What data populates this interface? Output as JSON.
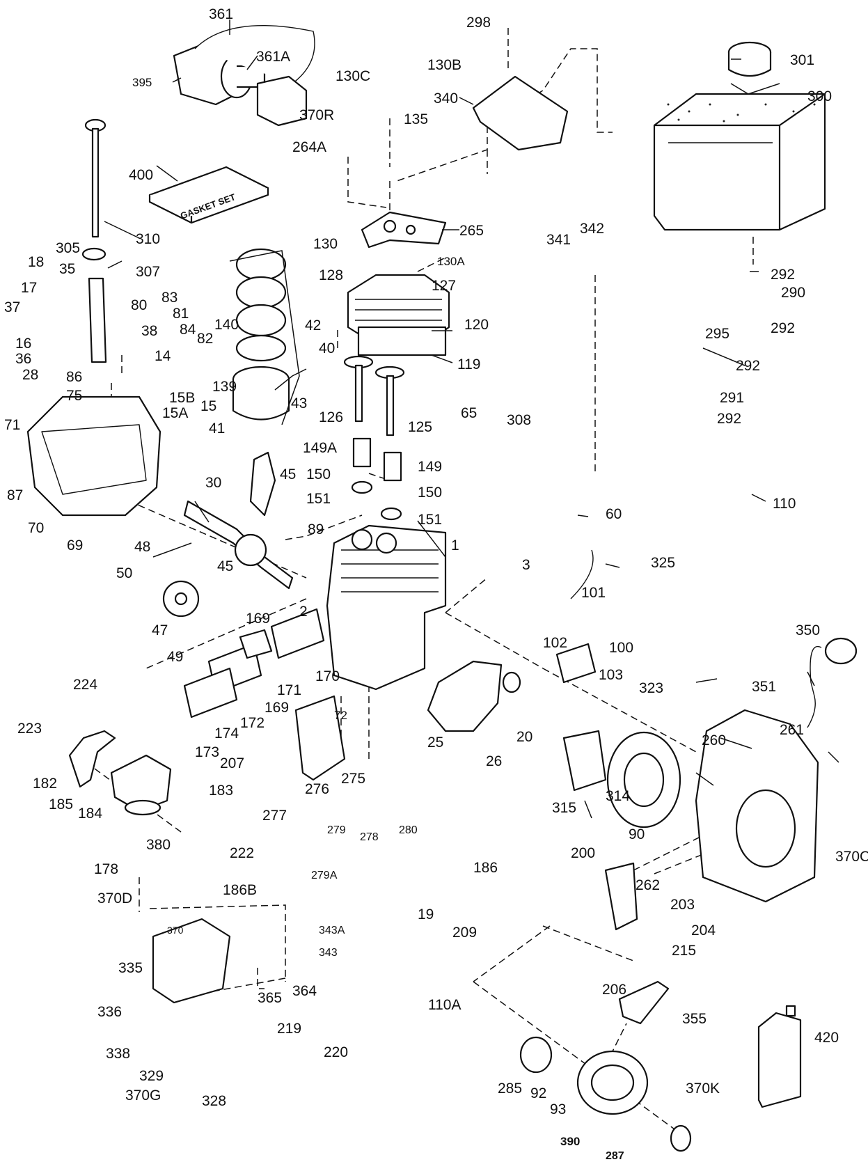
{
  "diagram": {
    "callouts": [
      {
        "id": "c361",
        "text": "361"
      },
      {
        "id": "c361A",
        "text": "361A"
      },
      {
        "id": "c395",
        "text": "395"
      },
      {
        "id": "c130C",
        "text": "130C"
      },
      {
        "id": "c298",
        "text": "298"
      },
      {
        "id": "c130B",
        "text": "130B"
      },
      {
        "id": "c301",
        "text": "301"
      },
      {
        "id": "c300",
        "text": "300"
      },
      {
        "id": "c340",
        "text": "340"
      },
      {
        "id": "c370R",
        "text": "370R"
      },
      {
        "id": "c135",
        "text": "135"
      },
      {
        "id": "c264A",
        "text": "264A"
      },
      {
        "id": "c400",
        "text": "400"
      },
      {
        "id": "c265",
        "text": "265"
      },
      {
        "id": "c310",
        "text": "310"
      },
      {
        "id": "c305",
        "text": "305"
      },
      {
        "id": "c307",
        "text": "307"
      },
      {
        "id": "c130",
        "text": "130"
      },
      {
        "id": "c130A",
        "text": "130A"
      },
      {
        "id": "c341",
        "text": "341"
      },
      {
        "id": "c342",
        "text": "342"
      },
      {
        "id": "c292a",
        "text": "292"
      },
      {
        "id": "c290",
        "text": "290"
      },
      {
        "id": "c292b",
        "text": "292"
      },
      {
        "id": "c295",
        "text": "295"
      },
      {
        "id": "c292c",
        "text": "292"
      },
      {
        "id": "c291",
        "text": "291"
      },
      {
        "id": "c292d",
        "text": "292"
      },
      {
        "id": "c18",
        "text": "18"
      },
      {
        "id": "c35",
        "text": "35"
      },
      {
        "id": "c17",
        "text": "17"
      },
      {
        "id": "c37",
        "text": "37"
      },
      {
        "id": "c16",
        "text": "16"
      },
      {
        "id": "c36",
        "text": "36"
      },
      {
        "id": "c28",
        "text": "28"
      },
      {
        "id": "c86",
        "text": "86"
      },
      {
        "id": "c75",
        "text": "75"
      },
      {
        "id": "c71",
        "text": "71"
      },
      {
        "id": "c80",
        "text": "80"
      },
      {
        "id": "c83",
        "text": "83"
      },
      {
        "id": "c81",
        "text": "81"
      },
      {
        "id": "c84",
        "text": "84"
      },
      {
        "id": "c38",
        "text": "38"
      },
      {
        "id": "c82",
        "text": "82"
      },
      {
        "id": "c140",
        "text": "140"
      },
      {
        "id": "c139",
        "text": "139"
      },
      {
        "id": "c14",
        "text": "14"
      },
      {
        "id": "c15B",
        "text": "15B"
      },
      {
        "id": "c15",
        "text": "15"
      },
      {
        "id": "c15A",
        "text": "15A"
      },
      {
        "id": "c42",
        "text": "42"
      },
      {
        "id": "c40",
        "text": "40"
      },
      {
        "id": "c128",
        "text": "128"
      },
      {
        "id": "c127",
        "text": "127"
      },
      {
        "id": "c120",
        "text": "120"
      },
      {
        "id": "c119",
        "text": "119"
      },
      {
        "id": "c43",
        "text": "43"
      },
      {
        "id": "c41",
        "text": "41"
      },
      {
        "id": "c126",
        "text": "126"
      },
      {
        "id": "c125",
        "text": "125"
      },
      {
        "id": "c65",
        "text": "65"
      },
      {
        "id": "c308",
        "text": "308"
      },
      {
        "id": "c149A",
        "text": "149A"
      },
      {
        "id": "c149",
        "text": "149"
      },
      {
        "id": "c150a",
        "text": "150"
      },
      {
        "id": "c150b",
        "text": "150"
      },
      {
        "id": "c151a",
        "text": "151"
      },
      {
        "id": "c151b",
        "text": "151"
      },
      {
        "id": "c60",
        "text": "60"
      },
      {
        "id": "c110",
        "text": "110"
      },
      {
        "id": "c87",
        "text": "87"
      },
      {
        "id": "c70",
        "text": "70"
      },
      {
        "id": "c69",
        "text": "69"
      },
      {
        "id": "c30",
        "text": "30"
      },
      {
        "id": "c45a",
        "text": "45"
      },
      {
        "id": "c48",
        "text": "48"
      },
      {
        "id": "c89",
        "text": "89"
      },
      {
        "id": "c1",
        "text": "1"
      },
      {
        "id": "c3",
        "text": "3"
      },
      {
        "id": "c325",
        "text": "325"
      },
      {
        "id": "c50",
        "text": "50"
      },
      {
        "id": "c45b",
        "text": "45"
      },
      {
        "id": "c101",
        "text": "101"
      },
      {
        "id": "c169a",
        "text": "169"
      },
      {
        "id": "c2",
        "text": "2"
      },
      {
        "id": "c47",
        "text": "47"
      },
      {
        "id": "c49",
        "text": "49"
      },
      {
        "id": "c102",
        "text": "102"
      },
      {
        "id": "c100",
        "text": "100"
      },
      {
        "id": "c103",
        "text": "103"
      },
      {
        "id": "c350",
        "text": "350"
      },
      {
        "id": "c351",
        "text": "351"
      },
      {
        "id": "c170",
        "text": "170"
      },
      {
        "id": "c171",
        "text": "171"
      },
      {
        "id": "c224",
        "text": "224"
      },
      {
        "id": "c169b",
        "text": "169"
      },
      {
        "id": "c172",
        "text": "172"
      },
      {
        "id": "c72",
        "text": "72"
      },
      {
        "id": "c323",
        "text": "323"
      },
      {
        "id": "c261",
        "text": "261"
      },
      {
        "id": "c223",
        "text": "223"
      },
      {
        "id": "c174",
        "text": "174"
      },
      {
        "id": "c25",
        "text": "25"
      },
      {
        "id": "c20",
        "text": "20"
      },
      {
        "id": "c26",
        "text": "26"
      },
      {
        "id": "c260",
        "text": "260"
      },
      {
        "id": "c173",
        "text": "173"
      },
      {
        "id": "c207",
        "text": "207"
      },
      {
        "id": "c275",
        "text": "275"
      },
      {
        "id": "c182",
        "text": "182"
      },
      {
        "id": "c276",
        "text": "276"
      },
      {
        "id": "c185",
        "text": "185"
      },
      {
        "id": "c183",
        "text": "183"
      },
      {
        "id": "c184",
        "text": "184"
      },
      {
        "id": "c277",
        "text": "277"
      },
      {
        "id": "c315",
        "text": "315"
      },
      {
        "id": "c314",
        "text": "314"
      },
      {
        "id": "c90",
        "text": "90"
      },
      {
        "id": "c279",
        "text": "279"
      },
      {
        "id": "c278",
        "text": "278"
      },
      {
        "id": "c280",
        "text": "280"
      },
      {
        "id": "c370C",
        "text": "370C"
      },
      {
        "id": "c380",
        "text": "380"
      },
      {
        "id": "c222",
        "text": "222"
      },
      {
        "id": "c279A",
        "text": "279A"
      },
      {
        "id": "c178",
        "text": "178"
      },
      {
        "id": "c200",
        "text": "200"
      },
      {
        "id": "c186",
        "text": "186"
      },
      {
        "id": "c262",
        "text": "262"
      },
      {
        "id": "c186B",
        "text": "186B"
      },
      {
        "id": "c203",
        "text": "203"
      },
      {
        "id": "c19",
        "text": "19"
      },
      {
        "id": "c370D",
        "text": "370D"
      },
      {
        "id": "c209",
        "text": "209"
      },
      {
        "id": "c204",
        "text": "204"
      },
      {
        "id": "c343A",
        "text": "343A"
      },
      {
        "id": "c370",
        "text": "370"
      },
      {
        "id": "c215",
        "text": "215"
      },
      {
        "id": "c343",
        "text": "343"
      },
      {
        "id": "c335",
        "text": "335"
      },
      {
        "id": "c364",
        "text": "364"
      },
      {
        "id": "c206",
        "text": "206"
      },
      {
        "id": "c365",
        "text": "365"
      },
      {
        "id": "c110A",
        "text": "110A"
      },
      {
        "id": "c355",
        "text": "355"
      },
      {
        "id": "c336",
        "text": "336"
      },
      {
        "id": "c219",
        "text": "219"
      },
      {
        "id": "c420",
        "text": "420"
      },
      {
        "id": "c220",
        "text": "220"
      },
      {
        "id": "c338",
        "text": "338"
      },
      {
        "id": "c329",
        "text": "329"
      },
      {
        "id": "c285",
        "text": "285"
      },
      {
        "id": "c92",
        "text": "92"
      },
      {
        "id": "c370K",
        "text": "370K"
      },
      {
        "id": "c93",
        "text": "93"
      },
      {
        "id": "c370G",
        "text": "370G"
      },
      {
        "id": "c328",
        "text": "328"
      },
      {
        "id": "c390",
        "text": "390"
      },
      {
        "id": "c287",
        "text": "287"
      }
    ],
    "gasket_set_label": "GASKET SET"
  }
}
